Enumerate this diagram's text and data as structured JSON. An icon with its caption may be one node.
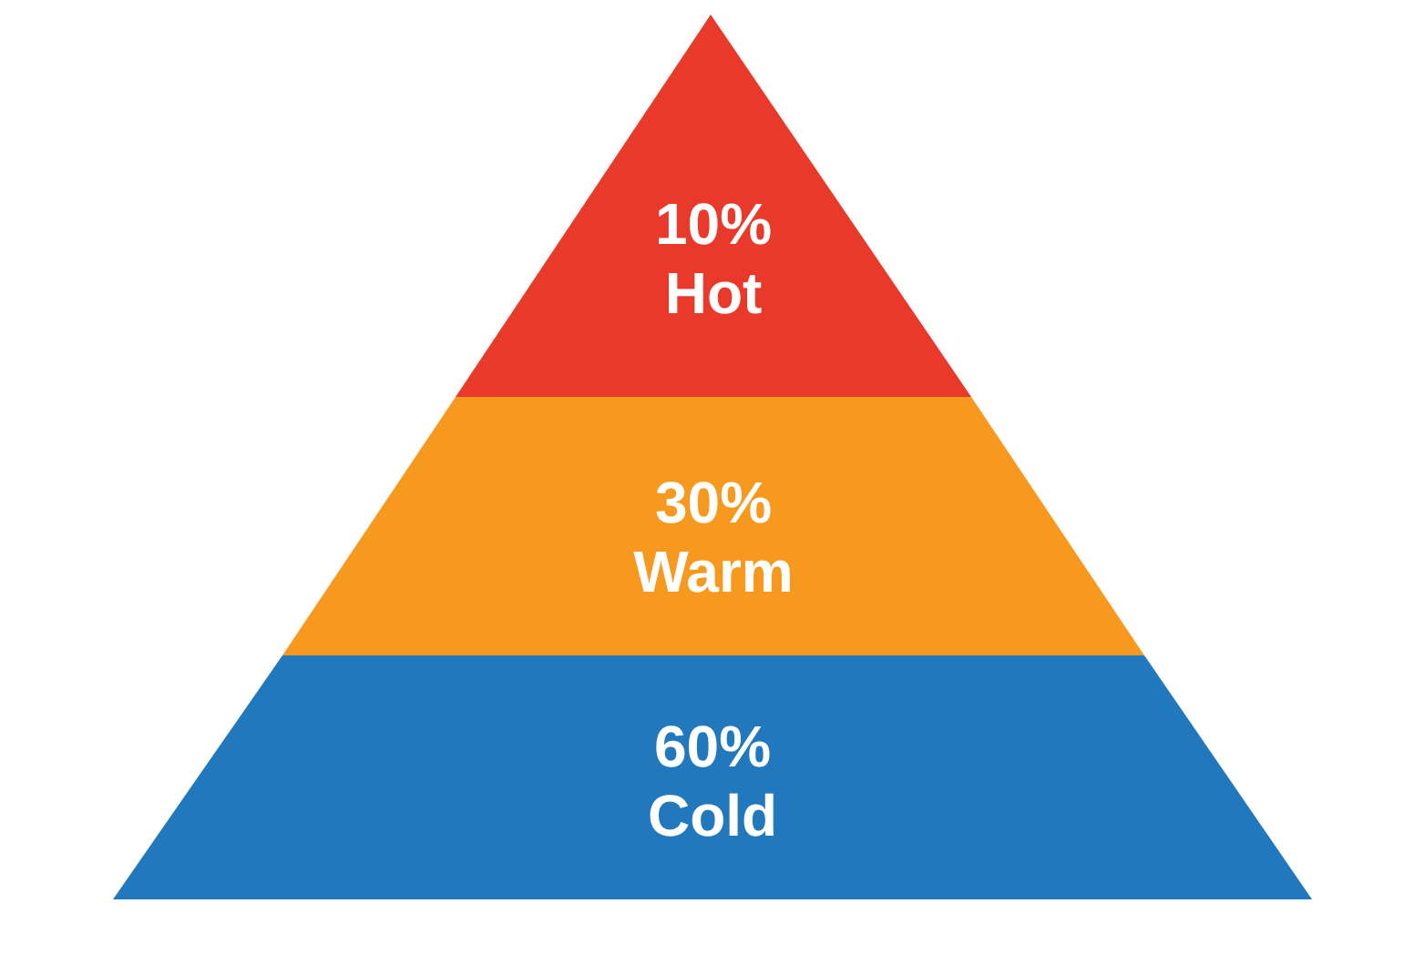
{
  "diagram": {
    "nodes": [
      {
        "text": [
          "10%",
          "Hot"
        ]
      },
      {
        "text": [
          "30%",
          "Warm"
        ]
      },
      {
        "text": [
          "60%",
          "Cold"
        ]
      }
    ]
  }
}
